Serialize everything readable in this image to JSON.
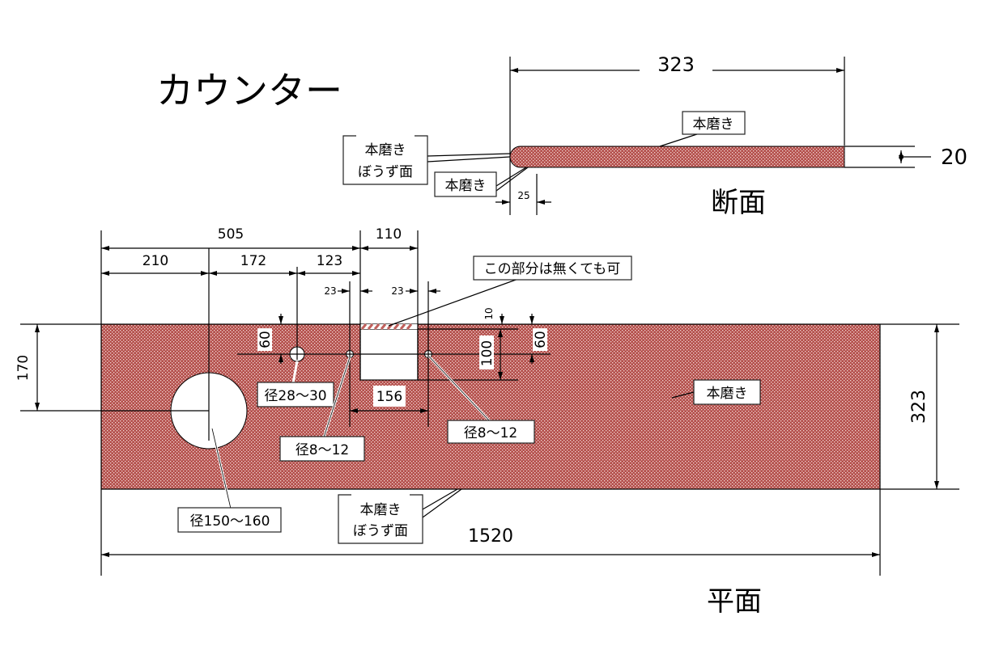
{
  "title": "カウンター",
  "colors": {
    "finish": "#b4504c"
  },
  "section": {
    "label": "断面",
    "width_dim": "323",
    "thickness_dim": "20",
    "edge_dim": "25",
    "note_top": "本磨き",
    "note_edge_line1": "本磨き",
    "note_edge_line2": "ぼうず面",
    "note_bottom": "本磨き"
  },
  "plan": {
    "label": "平面",
    "dims": {
      "d505": "505",
      "d110": "110",
      "d210": "210",
      "d172": "172",
      "d123": "123",
      "d23a": "23",
      "d23b": "23",
      "d10": "10",
      "d60a": "60",
      "d60b": "60",
      "d100": "100",
      "d156": "156",
      "d170": "170",
      "d323": "323",
      "d1520": "1520"
    },
    "notes": {
      "optional": "この部分は無くても可",
      "hole_faucet": "径28～30",
      "hole_small_left": "径8～12",
      "hole_small_right": "径8～12",
      "hole_sink": "径150～160",
      "surface": "本磨き",
      "edge_line1": "本磨き",
      "edge_line2": "ぼうず面"
    }
  }
}
